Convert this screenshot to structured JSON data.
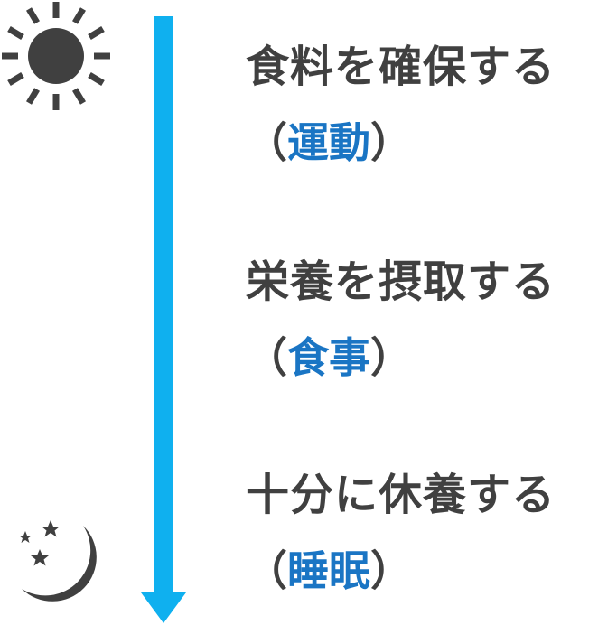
{
  "icons": {
    "start": "sun-icon",
    "end": "moon-stars-icon"
  },
  "colors": {
    "arrow": "#0fb0ef",
    "text": "#404040",
    "keyword": "#1a75c4",
    "icon": "#404040"
  },
  "steps": [
    {
      "title": "食料を確保する",
      "open_paren": "（",
      "keyword": "運動",
      "close_paren": "）"
    },
    {
      "title": "栄養を摂取する",
      "open_paren": "（",
      "keyword": "食事",
      "close_paren": "）"
    },
    {
      "title": "十分に休養する",
      "open_paren": "（",
      "keyword": "睡眠",
      "close_paren": "）"
    }
  ]
}
